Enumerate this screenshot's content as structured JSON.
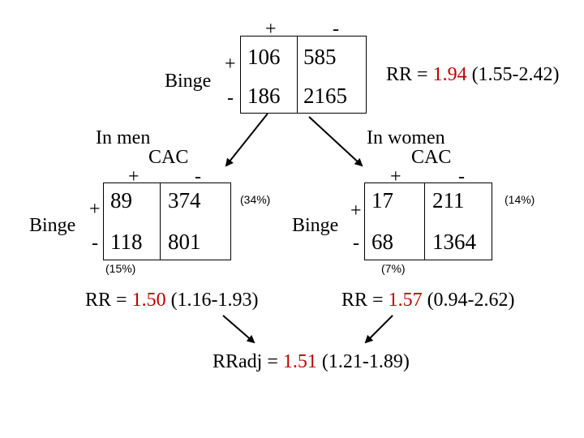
{
  "overall": {
    "col_plus": "+",
    "col_minus": "-",
    "row_label": "Binge",
    "row_plus": "+",
    "row_minus": "-",
    "a": "106",
    "b": "585",
    "c": "186",
    "d": "2165",
    "rr_prefix": "RR = ",
    "rr_value": "1.94",
    "rr_ci": " (1.55-2.42)"
  },
  "men": {
    "title": "In men",
    "cac": "CAC",
    "col_plus": "+",
    "col_minus": "-",
    "row_label": "Binge",
    "row_plus": "+",
    "row_minus": "-",
    "a": "89",
    "b": "374",
    "c": "118",
    "d": "801",
    "pct_unexposed": "(34%)",
    "pct_exposed": "(15%)",
    "rr_prefix": "RR = ",
    "rr_value": "1.50",
    "rr_ci": " (1.16-1.93)"
  },
  "women": {
    "title": "In women",
    "cac": "CAC",
    "col_plus": "+",
    "col_minus": "-",
    "row_label": "Binge",
    "row_plus": "+",
    "row_minus": "-",
    "a": "17",
    "b": "211",
    "c": "68",
    "d": "1364",
    "pct_unexposed": "(14%)",
    "pct_exposed": "(7%)",
    "rr_prefix": "RR = ",
    "rr_value": "1.57",
    "rr_ci": " (0.94-2.62)"
  },
  "adjusted": {
    "rr_prefix": "RRadj = ",
    "rr_value": "1.51",
    "rr_ci": " (1.21-1.89)"
  },
  "colors": {
    "highlight": "#c00000",
    "text": "#000000"
  }
}
